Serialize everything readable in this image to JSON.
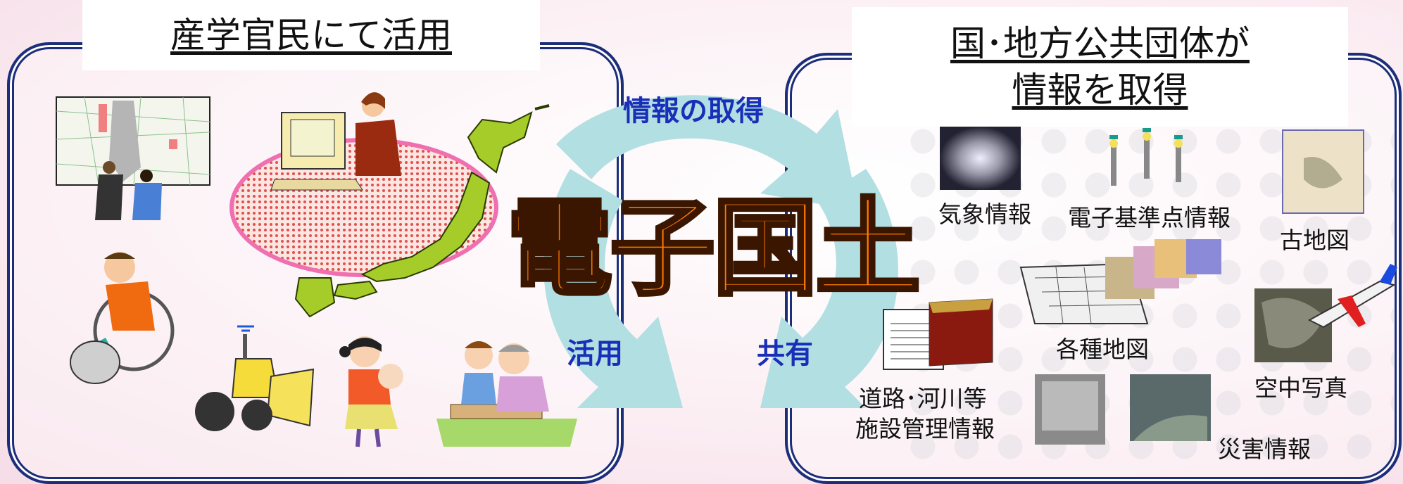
{
  "left_panel": {
    "title": "産学官民にて活用"
  },
  "right_panel": {
    "title_line1": "国･地方公共団体が",
    "title_line2": "情報を取得",
    "items": {
      "weather": "気象情報",
      "gnss": "電子基準点情報",
      "old_map": "古地図",
      "maps": "各種地図",
      "facility_line1": "道路･河川等",
      "facility_line2": "施設管理情報",
      "aerial": "空中写真",
      "disaster": "災害情報"
    }
  },
  "center": {
    "title": "電子国土",
    "cycle_labels": {
      "acquire": "情報の取得",
      "share": "共有",
      "use": "活用"
    }
  },
  "colors": {
    "panel_border": "#1c2d7a",
    "cycle_arrow": "#b2dfe2",
    "center_title": "#ff7a00",
    "cycle_text": "#1a2fb8"
  },
  "icons": [
    "map-meeting-clipart",
    "computer-user-clipart",
    "japan-map",
    "wheelchair-user-clipart",
    "snowplow-clipart",
    "mother-baby-clipart",
    "elderly-care-clipart",
    "typhoon-satellite-photo",
    "gnss-station-icon",
    "old-map-photo",
    "various-maps-photo",
    "balance-sheet-clipart",
    "aerial-photo",
    "airplane-icon",
    "disaster-photo"
  ]
}
